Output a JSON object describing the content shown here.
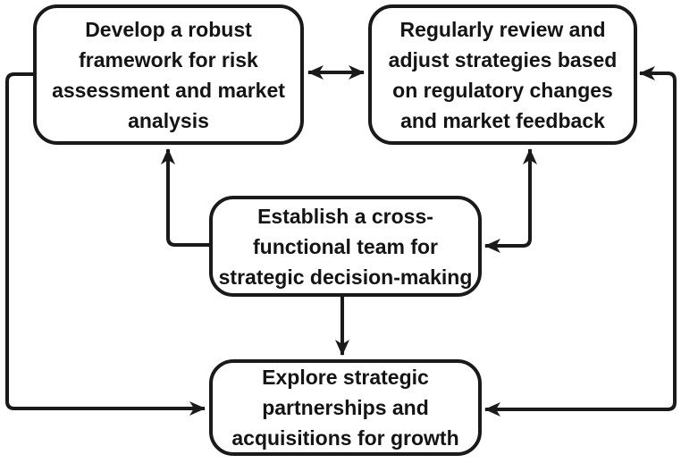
{
  "diagram": {
    "type": "flowchart",
    "background_color": "#ffffff",
    "node_fill_color": "#ffffff",
    "stroke_color": "#1a1a1a",
    "nodes": {
      "develop": {
        "label": "Develop a robust\nframework for risk\nassessment and market\nanalysis"
      },
      "review": {
        "label": "Regularly review and\nadjust strategies based\non regulatory changes\nand market feedback"
      },
      "team": {
        "label": "Establish a cross-\nfunctional team for\nstrategic decision-making"
      },
      "explore": {
        "label": "Explore strategic\npartnerships and\nacquisitions for growth"
      }
    },
    "edges": [
      {
        "from": "develop",
        "to": "review",
        "arrows": "both",
        "route": "horizontal between top boxes"
      },
      {
        "from": "team",
        "to": "develop",
        "arrows": "forward",
        "route": "left elbow up into bottom of develop box"
      },
      {
        "from": "team",
        "to": "review",
        "arrows": "both",
        "route": "right elbow up into bottom of review box"
      },
      {
        "from": "team",
        "to": "explore",
        "arrows": "forward",
        "route": "straight down"
      },
      {
        "from": "develop",
        "to": "explore",
        "arrows": "forward",
        "route": "outer left loop down into left side of explore box"
      },
      {
        "from": "explore",
        "to": "review",
        "arrows": "both",
        "route": "outer right loop up between right sides"
      }
    ]
  }
}
